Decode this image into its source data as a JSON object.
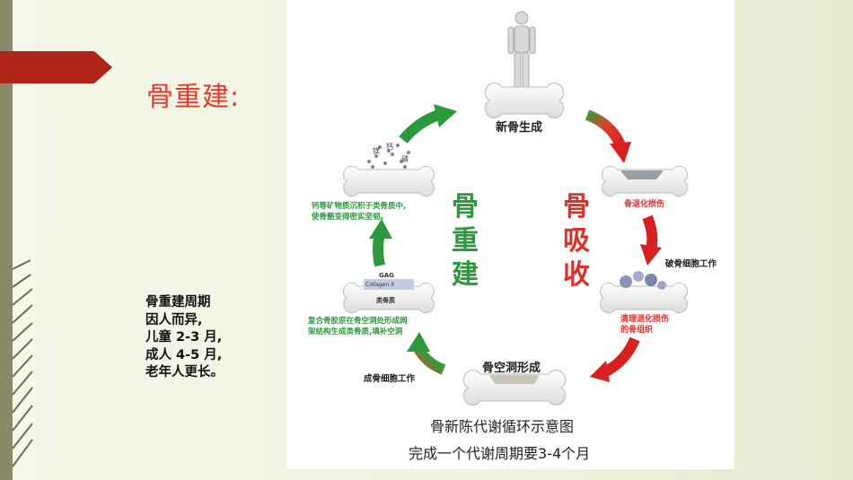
{
  "slide": {
    "title": "骨重建:",
    "side_text": "骨重建周期\n因人而异,\n儿童 2-3 月,\n成人 4-5 月,\n老年人更长。"
  },
  "figure": {
    "stage_new_bone": "新骨生成",
    "stage_cavity": "骨空洞形成",
    "degeneration": "骨退化损伤",
    "osteoclast_work": "破骨细胞工作",
    "clear_damage": "清理退化损伤\n的骨组织",
    "osteoblast_work": "成骨细胞工作",
    "collagen_text": "复合骨胶原在骨空洞处形成网\n架结构生成类骨质,填补空洞",
    "mineral_text": "钙等矿物质沉积于类骨质中,\n使骨骼变得密实坚韧。",
    "resorption": "骨吸收",
    "remodeling": "骨重建",
    "bone_label_gag": "GAG",
    "bone_label_collagen": "Collagen X",
    "bone_label_osteoid": "类骨质",
    "mineral_labels": [
      "镁",
      "钙",
      "磷"
    ],
    "caption_line1": "骨新陈代谢循环示意图",
    "caption_line2": "完成一个代谢周期要3-4个月"
  },
  "colors": {
    "title_red": "#e03a2e",
    "accent_red": "#e0302a",
    "accent_green": "#2b9a3d",
    "arrow_banner": "#b02418"
  }
}
